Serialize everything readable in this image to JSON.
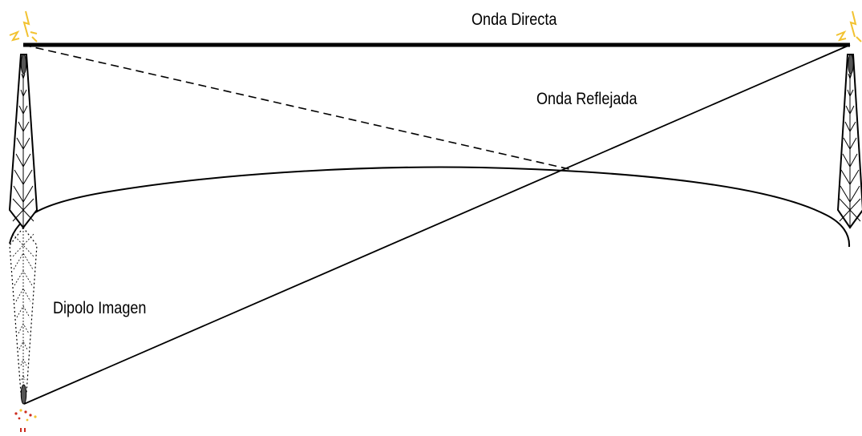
{
  "diagram": {
    "labels": {
      "direct_wave": "Onda Directa",
      "reflected_wave": "Onda Reflejada",
      "image_dipole": "Dipolo Imagen"
    },
    "colors": {
      "line": "#000000",
      "spark": "#f2c230",
      "spark_image": "#cc2b1d",
      "background": "#ffffff"
    }
  }
}
